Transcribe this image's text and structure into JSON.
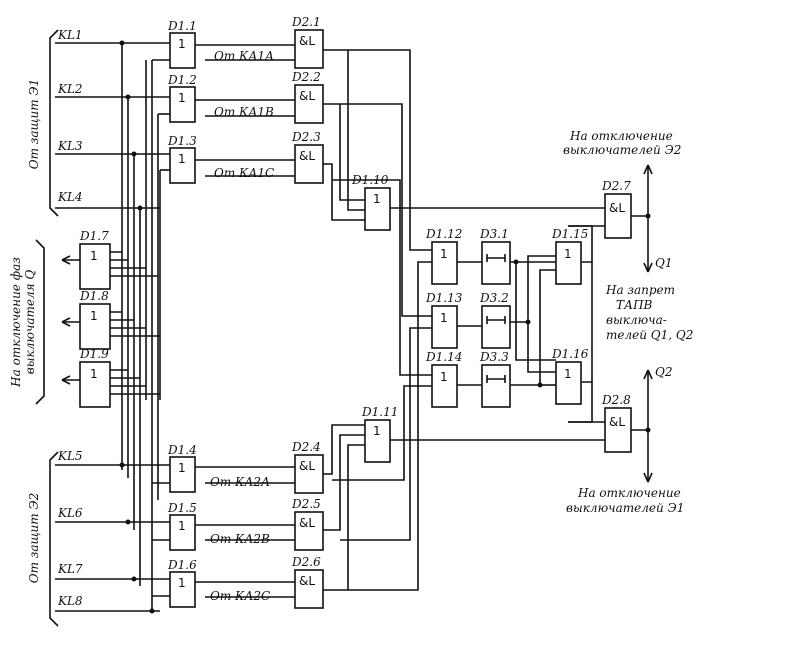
{
  "inputs": {
    "kl1": "KL1",
    "kl2": "KL2",
    "kl3": "KL3",
    "kl4": "KL4",
    "kl5": "KL5",
    "kl6": "KL6",
    "kl7": "KL7",
    "kl8": "KL8"
  },
  "groups": {
    "from_e1": "От защит Э1",
    "from_e2": "От защит Э2",
    "phase_out_1": "На отключение фаз",
    "phase_out_2": "выключателя Q"
  },
  "elements": {
    "d11": {
      "ref": "D1.1",
      "sym": "1"
    },
    "d12": {
      "ref": "D1.2",
      "sym": "1"
    },
    "d13": {
      "ref": "D1.3",
      "sym": "1"
    },
    "d14": {
      "ref": "D1.4",
      "sym": "1"
    },
    "d15": {
      "ref": "D1.5",
      "sym": "1"
    },
    "d16": {
      "ref": "D1.6",
      "sym": "1"
    },
    "d17": {
      "ref": "D1.7",
      "sym": "1"
    },
    "d18": {
      "ref": "D1.8",
      "sym": "1"
    },
    "d19": {
      "ref": "D1.9",
      "sym": "1"
    },
    "d110": {
      "ref": "D1.10",
      "sym": "1"
    },
    "d111": {
      "ref": "D1.11",
      "sym": "1"
    },
    "d112": {
      "ref": "D1.12",
      "sym": "1"
    },
    "d113": {
      "ref": "D1.13",
      "sym": "1"
    },
    "d114": {
      "ref": "D1.14",
      "sym": "1"
    },
    "d115": {
      "ref": "D1.15",
      "sym": "1"
    },
    "d116": {
      "ref": "D1.16",
      "sym": "1"
    },
    "d21": {
      "ref": "D2.1",
      "sym": "&L"
    },
    "d22": {
      "ref": "D2.2",
      "sym": "&L"
    },
    "d23": {
      "ref": "D2.3",
      "sym": "&L"
    },
    "d24": {
      "ref": "D2.4",
      "sym": "&L"
    },
    "d25": {
      "ref": "D2.5",
      "sym": "&L"
    },
    "d26": {
      "ref": "D2.6",
      "sym": "&L"
    },
    "d27": {
      "ref": "D2.7",
      "sym": "&L"
    },
    "d28": {
      "ref": "D2.8",
      "sym": "&L"
    },
    "d31": {
      "ref": "D3.1",
      "sym": "⊢⊣"
    },
    "d32": {
      "ref": "D3.2",
      "sym": "⊢⊣"
    },
    "d33": {
      "ref": "D3.3",
      "sym": "⊢⊣"
    }
  },
  "signals": {
    "ka1a": "От  КА1А",
    "ka1b": "От  КА1В",
    "ka1c": "От  КА1С",
    "ka2a": "От  КА2А",
    "ka2b": "От  КА2В",
    "ka2c": "От  КА2С"
  },
  "outputs": {
    "e2_line1": "На отключение",
    "e2_line2": "выключателей  Э2",
    "e1_line1": "На отключение",
    "e1_line2": "выключателей  Э1",
    "q1": "Q1",
    "q2": "Q2",
    "tapv_1": "На запрет",
    "tapv_2": "ТАПВ",
    "tapv_3": "выключа-",
    "tapv_4": "телей Q1, Q2"
  }
}
